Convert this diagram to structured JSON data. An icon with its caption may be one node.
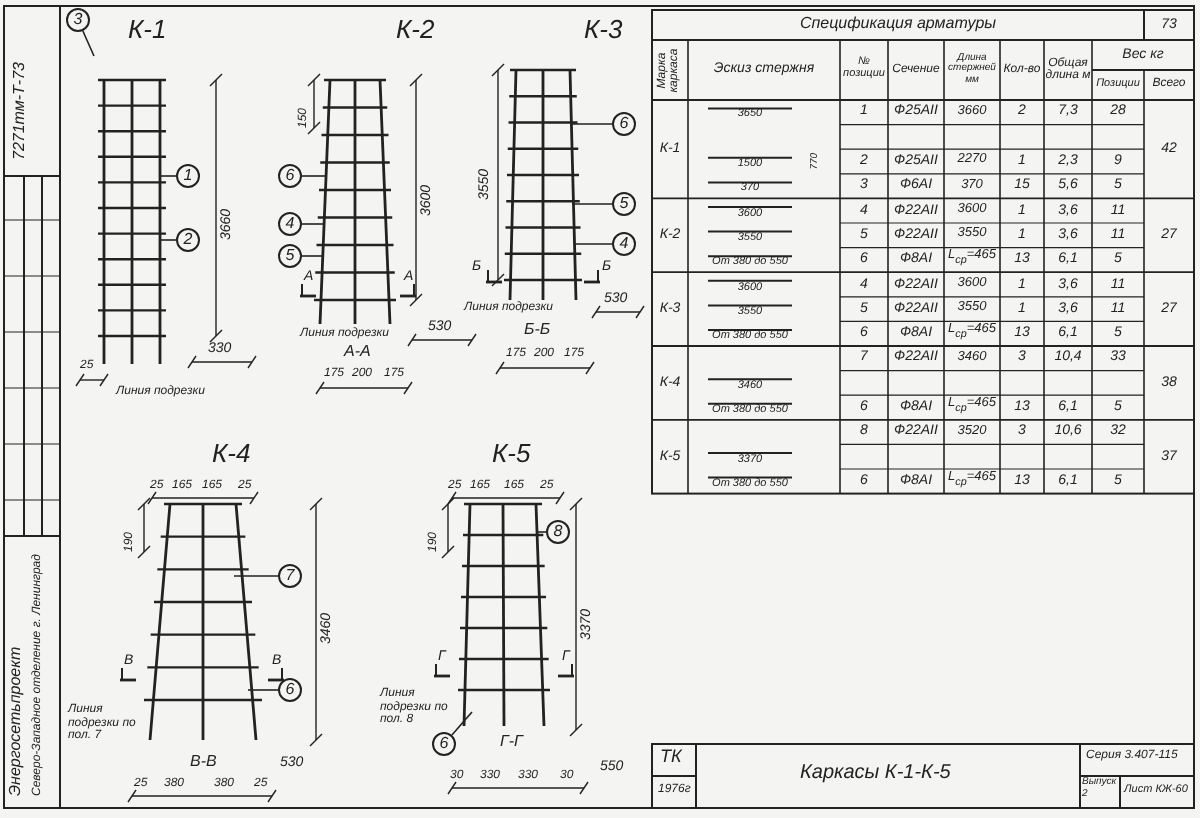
{
  "diagram": {
    "title": "Каркасы К-1-К-5",
    "nodes": [
      {
        "text": [
          "3"
        ]
      },
      {
        "text": [
          "1"
        ]
      },
      {
        "text": [
          "2"
        ]
      },
      {
        "text": [
          "6"
        ]
      },
      {
        "text": [
          "4"
        ]
      },
      {
        "text": [
          "5"
        ]
      },
      {
        "text": [
          "6"
        ]
      },
      {
        "text": [
          "5"
        ]
      },
      {
        "text": [
          "4"
        ]
      },
      {
        "text": [
          "7"
        ]
      },
      {
        "text": [
          "6"
        ]
      },
      {
        "text": [
          "8"
        ]
      },
      {
        "text": [
          "6"
        ]
      }
    ],
    "edges": [
      {
        "from": 0,
        "to": null,
        "arrow": "none"
      },
      {
        "from": 1,
        "to": null,
        "arrow": "none"
      },
      {
        "from": 2,
        "to": null,
        "arrow": "none"
      },
      {
        "from": 3,
        "to": null,
        "arrow": "none"
      },
      {
        "from": 4,
        "to": null,
        "arrow": "none"
      },
      {
        "from": 5,
        "to": null,
        "arrow": "none"
      },
      {
        "from": 6,
        "to": null,
        "arrow": "none"
      },
      {
        "from": 7,
        "to": null,
        "arrow": "none"
      },
      {
        "from": 8,
        "to": null,
        "arrow": "none"
      },
      {
        "from": 9,
        "to": null,
        "arrow": "none"
      },
      {
        "from": 10,
        "to": null,
        "arrow": "none"
      },
      {
        "from": 11,
        "to": null,
        "arrow": "none"
      },
      {
        "from": 12,
        "to": null,
        "arrow": "none"
      }
    ],
    "labels": [
      "К-1",
      "К-2",
      "К-3",
      "3660",
      "330",
      "25",
      "Линия подрезки",
      "3600",
      "150",
      "530",
      "Линия подрезки",
      "А-А",
      "175",
      "200",
      "175",
      "3550",
      "530",
      "Линия подрезки",
      "Б-Б",
      "175",
      "200",
      "175",
      "К-4",
      "25",
      "165",
      "165",
      "25",
      "190",
      "3460",
      "Линия подрезки по пол. 7",
      "В-В",
      "25",
      "380",
      "380",
      "25",
      "530",
      "К-5",
      "25",
      "165",
      "165",
      "25",
      "190",
      "3370",
      "Линия подрезки по пол. 8",
      "Г-Г",
      "30",
      "330",
      "330",
      "30",
      "550",
      "А",
      "А",
      "Б",
      "Б",
      "В",
      "В",
      "Г",
      "Г",
      "7271тм-Т-73",
      "Энергосетьпроект",
      "Северо-Западное отделение г. Ленинград",
      "ТК",
      "1976г",
      "Серия 3.407-115",
      "Выпуск 2",
      "Лист КЖ-60",
      "Спецификация арматуры",
      "73",
      "Марка каркаса",
      "Эскиз стержня",
      "№ позиции",
      "Сечение",
      "Длина стержней мм",
      "Кол-во",
      "Общая длина м",
      "Вес кг",
      "Позиции",
      "Всего",
      "К-1",
      "3650",
      "1",
      "Ф25АII",
      "3660",
      "2",
      "7,3",
      "28",
      "42",
      "1500",
      "770",
      "2",
      "Ф25АII",
      "2270",
      "1",
      "2,3",
      "9",
      "370",
      "3",
      "Ф6АI",
      "370",
      "15",
      "5,6",
      "5",
      "К-2",
      "3600",
      "4",
      "Ф22АII",
      "3600",
      "1",
      "3,6",
      "11",
      "3550",
      "5",
      "Ф22АII",
      "3550",
      "1",
      "3,6",
      "11",
      "27",
      "От 380 до 550",
      "6",
      "Ф8АI",
      "L$_{ср}$=465",
      "13",
      "6,1",
      "5",
      "К-3",
      "3600",
      "4",
      "Ф22АII",
      "3600",
      "1",
      "3,6",
      "11",
      "3550",
      "5",
      "Ф22АII",
      "3550",
      "1",
      "3,6",
      "11",
      "27",
      "От 380 до 550",
      "6",
      "Ф8АI",
      "L$_{ср}$=465",
      "13",
      "6,1",
      "5",
      "К-4",
      "3460",
      "7",
      "Ф22АII",
      "3460",
      "3",
      "10,4",
      "33",
      "38",
      "От 380 до 550",
      "6",
      "Ф8АI",
      "L$_{ср}$=465",
      "13",
      "6,1",
      "5",
      "К-5",
      "3370",
      "8",
      "Ф22АII",
      "3520",
      "3",
      "10,6",
      "32",
      "37",
      "От 380 до 550",
      "6",
      "Ф8АI",
      "L$_{ср}$=465",
      "13",
      "6,1",
      "5"
    ]
  }
}
